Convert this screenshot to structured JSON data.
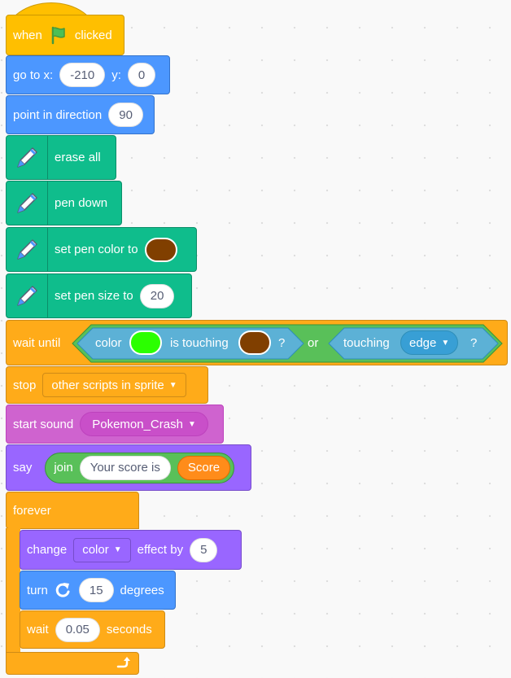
{
  "blocks": {
    "when_flag": {
      "prefix": "when",
      "suffix": "clicked",
      "flag_icon": "green-flag-icon"
    },
    "go_to": {
      "label": "go to x:",
      "x": "-210",
      "y_label": "y:",
      "y": "0"
    },
    "point_dir": {
      "label": "point in direction",
      "value": "90"
    },
    "erase_all": {
      "label": "erase all",
      "icon": "pen-icon"
    },
    "pen_down": {
      "label": "pen down",
      "icon": "pen-icon"
    },
    "set_pen_color": {
      "label": "set pen color to",
      "color": "#803f00",
      "icon": "pen-icon"
    },
    "set_pen_size": {
      "label": "set pen size to",
      "value": "20",
      "icon": "pen-icon"
    },
    "wait_until": {
      "label": "wait until",
      "color_label": "color",
      "color_value": "#2bff00",
      "is_touching_label": "is touching",
      "touch_color_value": "#803f00",
      "q1": "?",
      "or_label": "or",
      "touching_label": "touching",
      "edge_option": "edge",
      "q2": "?"
    },
    "stop": {
      "label": "stop",
      "option": "other scripts in sprite"
    },
    "start_sound": {
      "label": "start sound",
      "option": "Pokemon_Crash"
    },
    "say": {
      "label": "say",
      "join_label": "join",
      "text_value": "Your score is",
      "var_name": "Score"
    },
    "forever": {
      "label": "forever",
      "loop_icon": "loop-arrow-icon"
    },
    "change_effect": {
      "label": "change",
      "option": "color",
      "by_label": "effect by",
      "value": "5"
    },
    "turn": {
      "label": "turn",
      "value": "15",
      "suffix": "degrees",
      "icon": "rotate-right-icon"
    },
    "wait": {
      "label": "wait",
      "value": "0.05",
      "suffix": "seconds"
    }
  },
  "colors": {
    "events": "#ffbf00",
    "motion": "#4c97ff",
    "pen": "#0fbd8c",
    "control": "#ffab19",
    "sound": "#cf63cf",
    "looks": "#9966ff",
    "operators": "#59c059",
    "sensing": "#5cb1d6",
    "variables": "#ff8c1a"
  }
}
